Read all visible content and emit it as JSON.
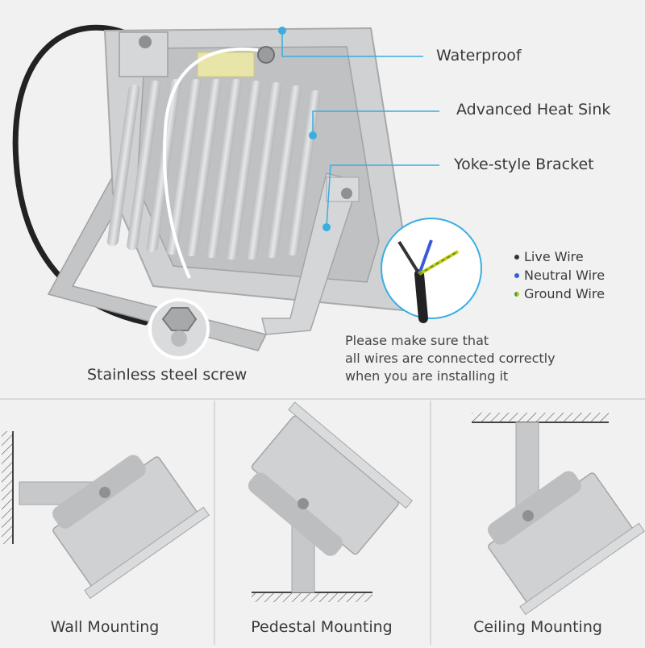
{
  "callouts": {
    "waterproof": "Waterproof",
    "heat_sink": "Advanced Heat Sink",
    "bracket": "Yoke-style Bracket",
    "screw": "Stainless steel screw"
  },
  "wires": [
    {
      "label": "Live Wire",
      "color": "#333333"
    },
    {
      "label": "Neutral Wire",
      "color": "#3a5bd9"
    },
    {
      "label": "Ground Wire",
      "color": "#c8c800"
    }
  ],
  "install_note": [
    "Please make sure that",
    "all wires are connected correctly",
    "when you are installing it"
  ],
  "mounting": [
    {
      "label": "Wall Mounting"
    },
    {
      "label": "Pedestal Mounting"
    },
    {
      "label": "Ceiling Mounting"
    }
  ],
  "colors": {
    "accent": "#3aaee0",
    "housing": "#c9cbcc",
    "housing_dark": "#a9abad",
    "background": "#f1f1f1"
  }
}
